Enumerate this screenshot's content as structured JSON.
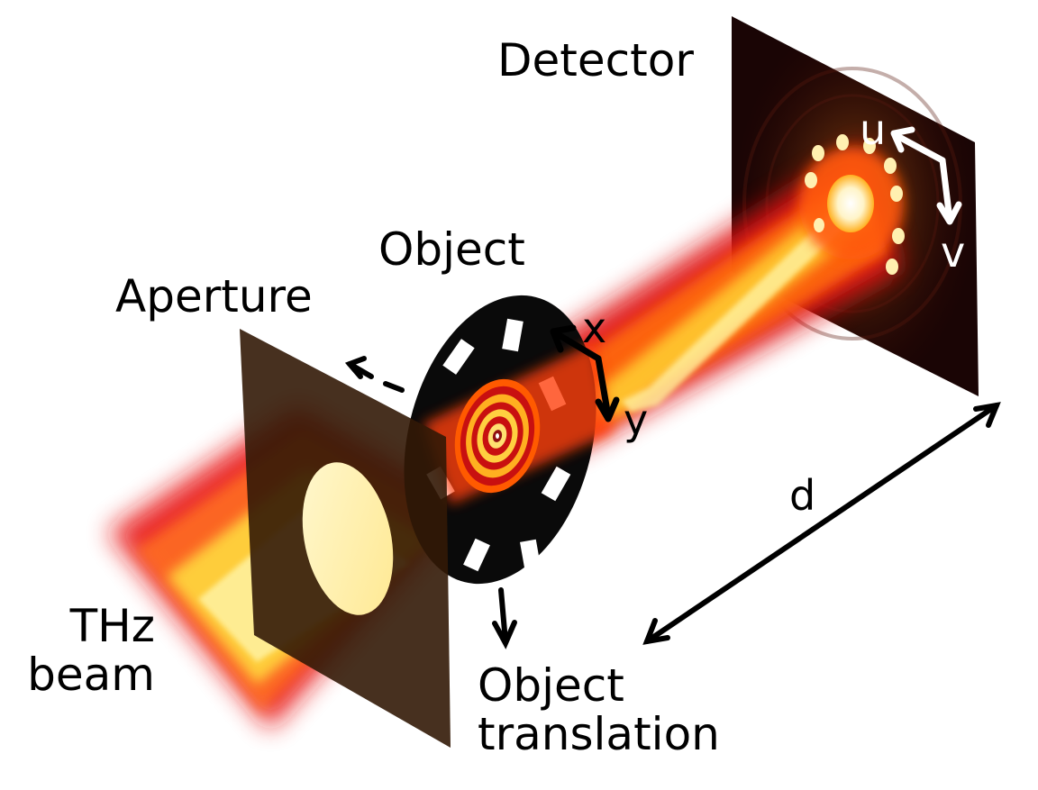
{
  "labels": {
    "detector": "Detector",
    "object": "Object",
    "aperture": "Aperture",
    "beam_line1": "THz",
    "beam_line2": "beam",
    "translation_line1": "Object",
    "translation_line2": "translation",
    "distance": "d",
    "axis_x": "x",
    "axis_y": "y",
    "axis_u": "u",
    "axis_v": "v"
  },
  "colors": {
    "beam_hot": "#ffffff",
    "beam_yellow": "#ffe040",
    "beam_orange": "#ff7a10",
    "beam_red": "#e01010",
    "panel": "#000000",
    "background": "#ffffff"
  }
}
